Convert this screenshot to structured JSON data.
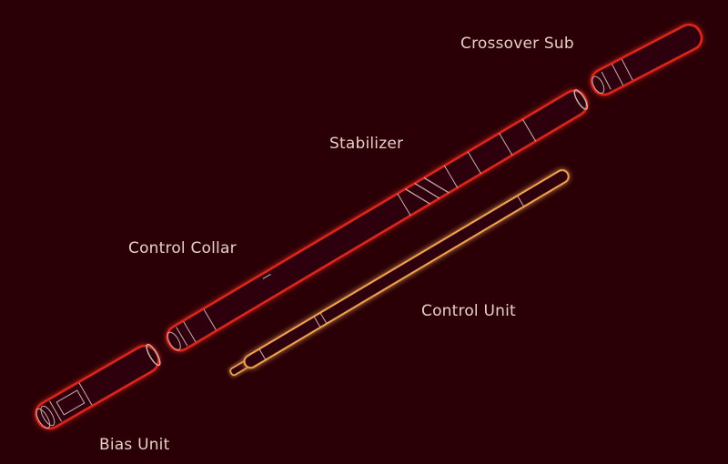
{
  "labels": {
    "crossover_sub": "Crossover Sub",
    "stabilizer": "Stabilizer",
    "control_collar": "Control Collar",
    "control_unit": "Control Unit",
    "bias_unit": "Bias Unit"
  },
  "colors": {
    "background": "#2a0006",
    "outline_red": "#e0281c",
    "outline_orange": "#f0a050",
    "detail_line": "#c9b0ad"
  }
}
